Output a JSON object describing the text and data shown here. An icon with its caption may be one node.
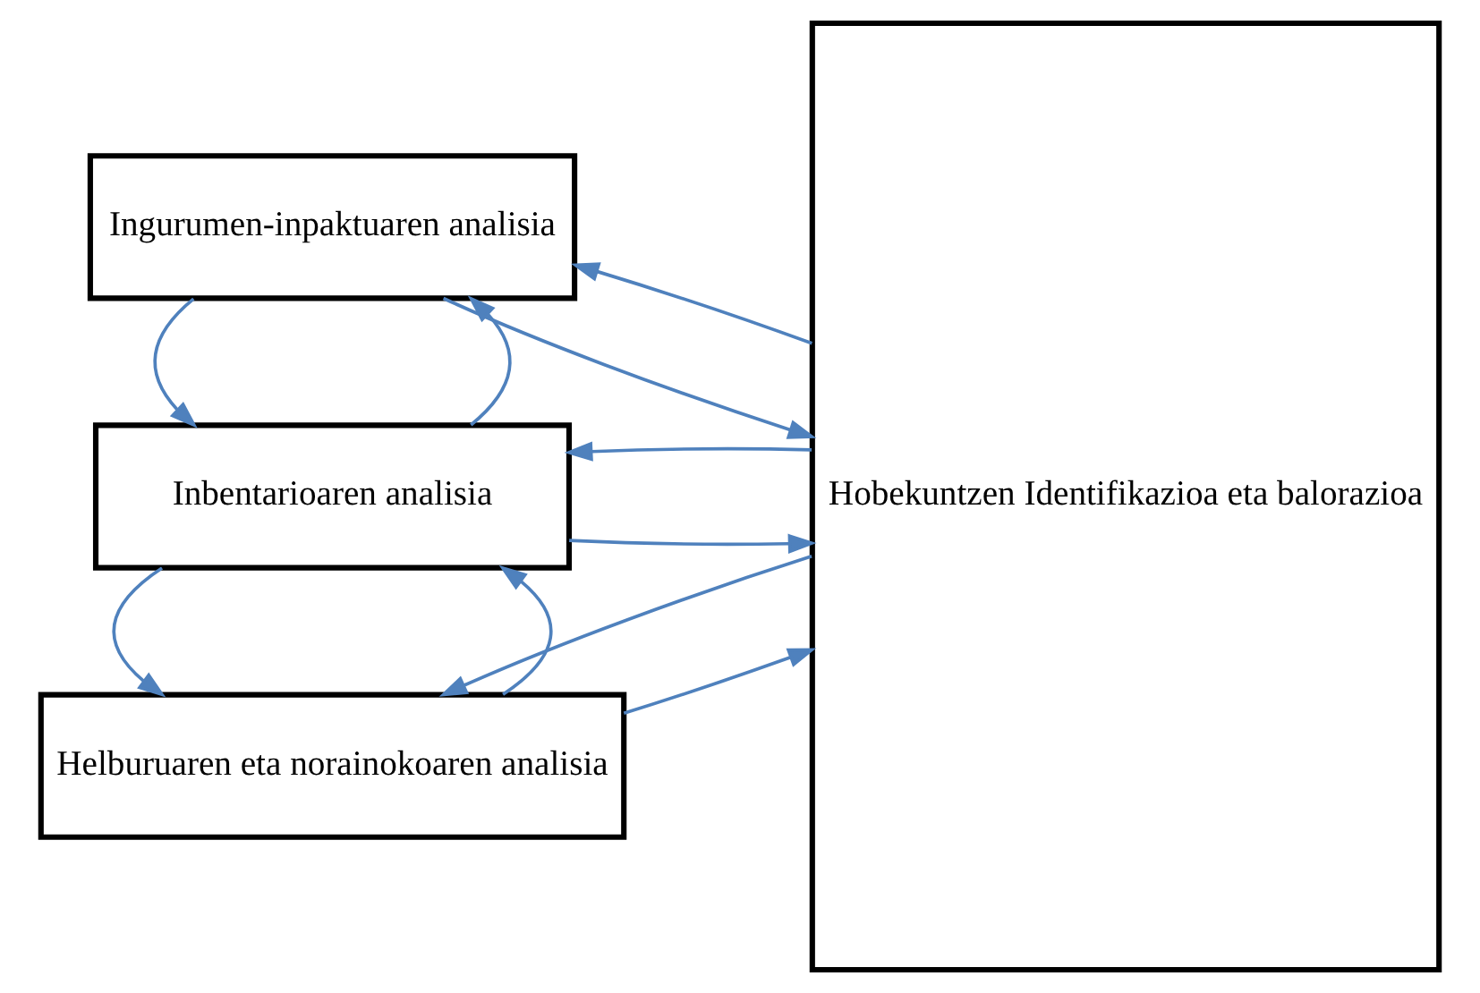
{
  "diagram": {
    "nodes": [
      {
        "text": [
          "Helburuaren eta norainokoaren analisia"
        ]
      },
      {
        "text": [
          "Inbentarioaren analisia"
        ]
      },
      {
        "text": [
          "Ingurumen-inpaktuaren analisia"
        ]
      },
      {
        "text": [
          "Hobekuntzen Identifikazioa eta balorazioa"
        ]
      }
    ],
    "edges": [
      {
        "from": 0,
        "to": 3,
        "arrow": "to"
      },
      {
        "from": 3,
        "to": 0,
        "arrow": "to"
      },
      {
        "from": 0,
        "to": 1,
        "arrow": "to"
      },
      {
        "from": 1,
        "to": 0,
        "arrow": "to"
      },
      {
        "from": 1,
        "to": 3,
        "arrow": "to"
      },
      {
        "from": 3,
        "to": 1,
        "arrow": "to"
      },
      {
        "from": 1,
        "to": 2,
        "arrow": "to"
      },
      {
        "from": 2,
        "to": 1,
        "arrow": "to"
      },
      {
        "from": 2,
        "to": 3,
        "arrow": "to"
      },
      {
        "from": 3,
        "to": 2,
        "arrow": "to"
      }
    ]
  }
}
